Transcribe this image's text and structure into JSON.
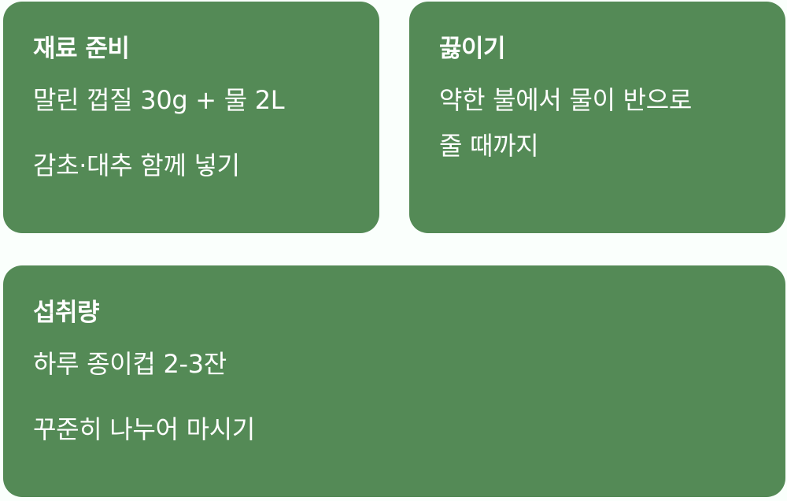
{
  "theme": {
    "background": "#fafffc",
    "card": "#548a56",
    "text": "#ffffff"
  },
  "cards": {
    "prep": {
      "title": "재료 준비",
      "lines": [
        "말린 껍질 30g + 물 2L",
        "감초·대추 함께 넣기"
      ]
    },
    "boil": {
      "title": "끓이기",
      "lines": [
        "약한 불에서 물이 반으로",
        "줄 때까지"
      ]
    },
    "intake": {
      "title": "섭취량",
      "lines": [
        "하루 종이컵 2-3잔",
        "꾸준히 나누어 마시기"
      ]
    }
  }
}
